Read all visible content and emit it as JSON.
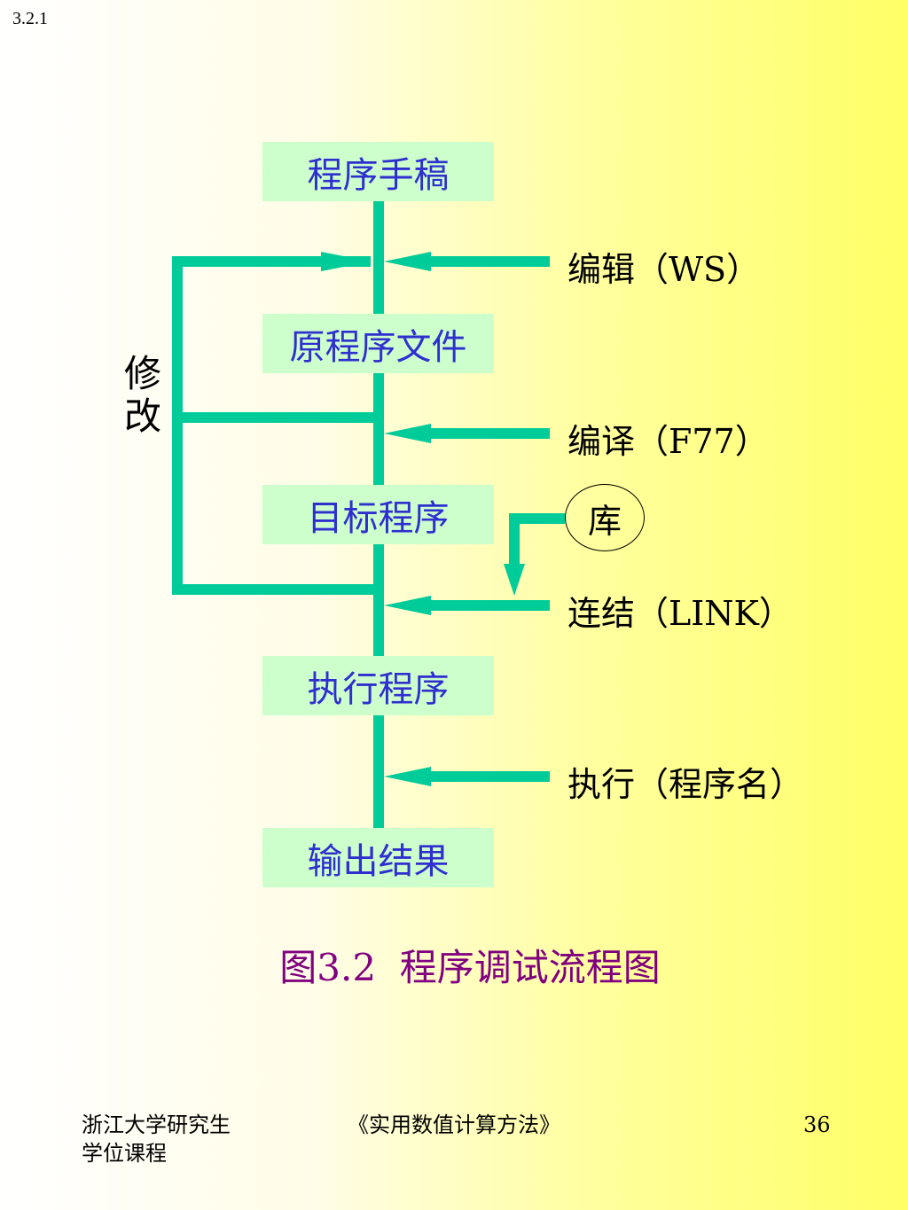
{
  "section_number": "3.2.1",
  "flow": {
    "boxes": [
      "程序手稿",
      "原程序文件",
      "目标程序",
      "执行程序",
      "输出结果"
    ],
    "steps": [
      "编辑（WS）",
      "编译（F77）",
      "连结（LINK）",
      "执行（程序名）"
    ],
    "library": "库",
    "feedback_label_line1": "修",
    "feedback_label_line2": "改"
  },
  "caption": "图3.2  程序调试流程图",
  "footer": {
    "left_line1": "浙江大学研究生",
    "left_line2": "学位课程",
    "center": "《实用数值计算方法》",
    "page": "36"
  },
  "colors": {
    "connector": "#00cc99",
    "box_fill": "#ccffcc",
    "box_text": "#2f2fd0",
    "caption_text": "#800080"
  }
}
